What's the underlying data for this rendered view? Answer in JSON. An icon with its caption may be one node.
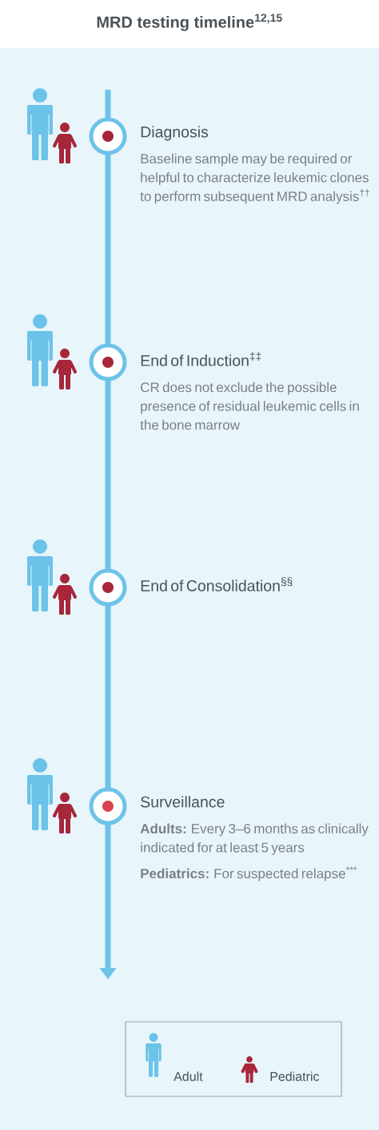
{
  "diagram": {
    "title": "MRD testing timeline$^{12,15}$",
    "nodes": [
      {
        "text": [
          "Diagnosis",
          "Baseline sample may be required or helpful to characterize leukemic clones to perform subsequent MRD analysis$^{††}$"
        ]
      },
      {
        "text": [
          "End of Induction$^{‡‡}$",
          "CR does not exclude the possible presence of residual leukemic cells in the bone marrow"
        ]
      },
      {
        "text": [
          "End of Consolidation$^{§§}$"
        ]
      },
      {
        "text": [
          "Surveillance",
          "**Adults:** Every 3–6 months as clinically indicated for at least 5 years",
          "**Pediatrics:** For suspected relapse$^{***}$"
        ]
      }
    ],
    "legend": [
      {
        "text": "Adult"
      },
      {
        "text": "Pediatric"
      }
    ]
  }
}
